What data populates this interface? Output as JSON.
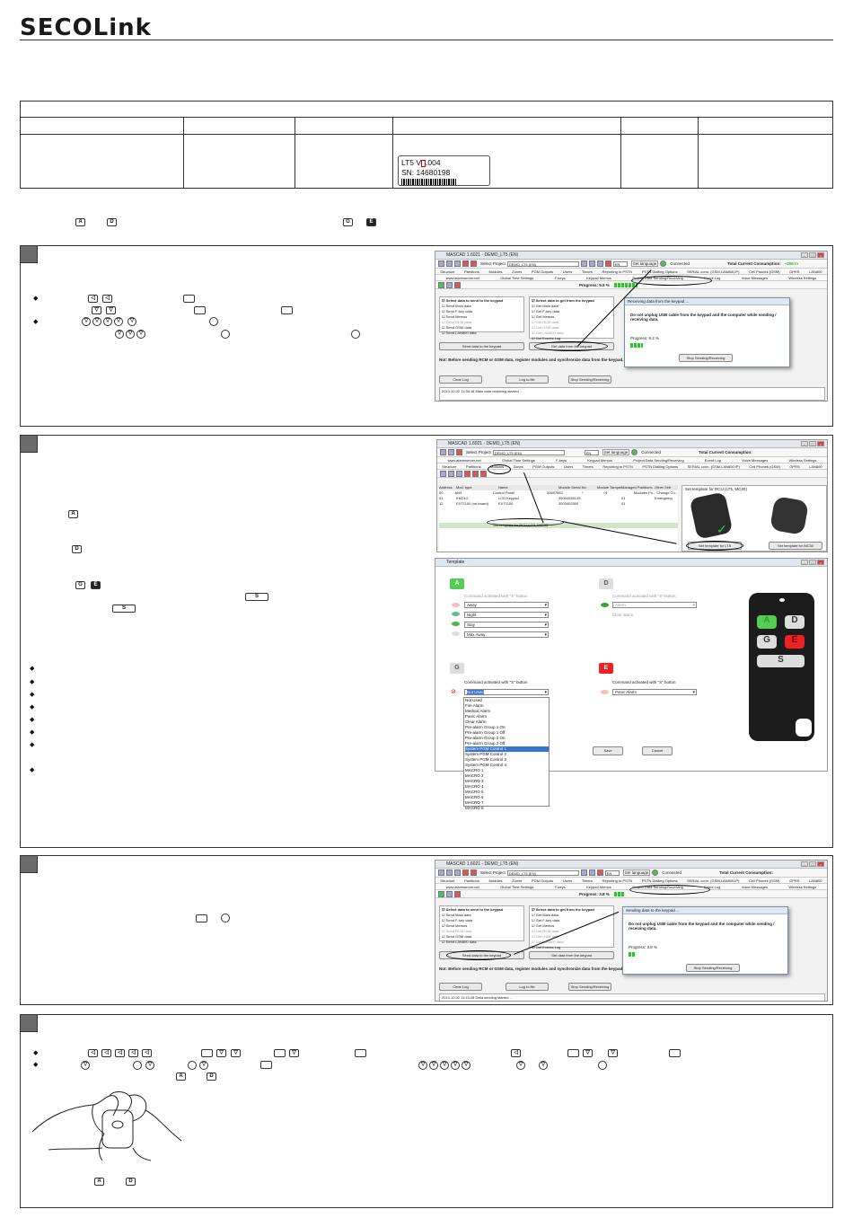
{
  "header": {
    "logo": "SECOLink"
  },
  "version_label": {
    "line1": "LT5 V",
    "line1_code": ".004",
    "line2": "SN: 14680198"
  },
  "keys": {
    "a": "A",
    "d": "D",
    "g": "G",
    "e": "E",
    "s": "S"
  },
  "software": {
    "title_prefix": "MASCAD 1.6021",
    "title": "DEMO_LT5 (EN)",
    "select_project_label": "Select Project",
    "project_value": "DEMO_LT5 (EN)",
    "language_value": "EN",
    "set_language": "Set language",
    "connected": "Connected",
    "consumption": "Total Current Consumption:",
    "consumption_value": "~295 m",
    "tabs_row1": [
      "Structure",
      "Partitions",
      "Modules",
      "Zones",
      "PGM Outputs",
      "Users",
      "Timers",
      "Reporting to PSTN",
      "PSTN Dialling Options",
      "SERIAL conn. (GSM,LAN800,IP)",
      "Cell Phones (GSM)",
      "GPRS",
      "LAN800"
    ],
    "tabs_row2": [
      "www.alarmserver.net",
      "Global Time Settings",
      "F-keys",
      "Keypad Memos",
      "Project Data Sending/Receiving",
      "Event Log",
      "Voice Messages",
      "Wireless Settings"
    ],
    "progress_label_recv": "Progress: 9.5 %",
    "progress_label_send": "Progress: 3.8 %",
    "send_group_title": "Select data to send to the keypad",
    "send_items": [
      "Send Main data",
      "Send F-key data",
      "Send Memos",
      "Send RCM data",
      "Send GSM data",
      "Send LAN800 data"
    ],
    "get_group_title": "Select data to get from the keypad",
    "get_items": [
      "Get Main data",
      "Get F-key data",
      "Get Memos",
      "Get RCM data",
      "Get GSM data",
      "Get LAN800 data",
      "Get Events Log"
    ],
    "send_button": "Send data to the keypad",
    "get_button": "Get data from the keypad",
    "note": "Not: Before sending RCM or GSM data, register modules and synchronize data from the keypad.",
    "clear_log": "Clear Log",
    "log_to_file": "Log to file",
    "stop_button": "Stop Sending/Receiving",
    "log_recv": "2013.10.02 11:35:18 Main data receiving started ...",
    "log_send": "2013.10.02 11:43:28 Data sending started ...",
    "recv_dialog": {
      "title": "Receiving data from the keypad ...",
      "warning": "Do not unplug USB cable from the keypad and the computer while sending / receiving data.",
      "progress": "Progress: 9.2 %",
      "stop": "Stop Sending/Receiving"
    },
    "send_dialog": {
      "title": "Sending data to the keypad ...",
      "warning": "Do not unplug USB cable from the keypad and the computer while sending / receiving data.",
      "progress": "Progress: 3.8 %",
      "stop": "Stop Sending/Receiving"
    }
  },
  "modules_table": {
    "headers": [
      "Address",
      "Mod. type",
      "Name",
      "Module Serial No.",
      "Module Tamper",
      "Managed Partitions",
      "Other Sett"
    ],
    "rows": [
      [
        "00",
        "AN4",
        "Control Panel",
        "53697883",
        "*",
        "01",
        "Modules Po... Change Cu..."
      ],
      [
        "01",
        "KM24G",
        "LCD Keypad",
        "35004055145",
        "",
        "01",
        "Emergency"
      ],
      [
        "12",
        "EXT1100 (on board)",
        "EXT1100",
        "3003403300",
        "",
        "01",
        ""
      ]
    ],
    "set_template": "Set template for RCU (LT5, MC30)",
    "template_panel_title": "Set template for RCU (LT5, MC30)",
    "set_lt5": "Set template for LT5",
    "set_mc30": "Set template for MC30"
  },
  "template_window": {
    "title": "Template",
    "cmd_s": "Command activated with \"S\" button",
    "a_options": [
      "Away",
      "Night",
      "Stay",
      "Max Away"
    ],
    "d_options": [
      "Alarm",
      "Clear alarm"
    ],
    "g_value": "Not Used",
    "e_value": "Panic Alarm",
    "dropdown": [
      "Not Used",
      "Fire Alarm",
      "Medical Alarm",
      "Panic Alarm",
      "Clear Alarm",
      "Pre-alarm Group 1 On",
      "Pre-alarm Group 1 Off",
      "Pre-alarm Group 2 On",
      "Pre-alarm Group 2 Off",
      "System PGM Control 1",
      "System PGM Control 2",
      "System PGM Control 3",
      "System PGM Control 4",
      "MACRO 1",
      "MACRO 2",
      "MACRO 3",
      "MACRO 4",
      "MACRO 5",
      "MACRO 6",
      "MACRO 7",
      "MACRO 8"
    ],
    "save": "Save",
    "cancel": "Cancel"
  }
}
